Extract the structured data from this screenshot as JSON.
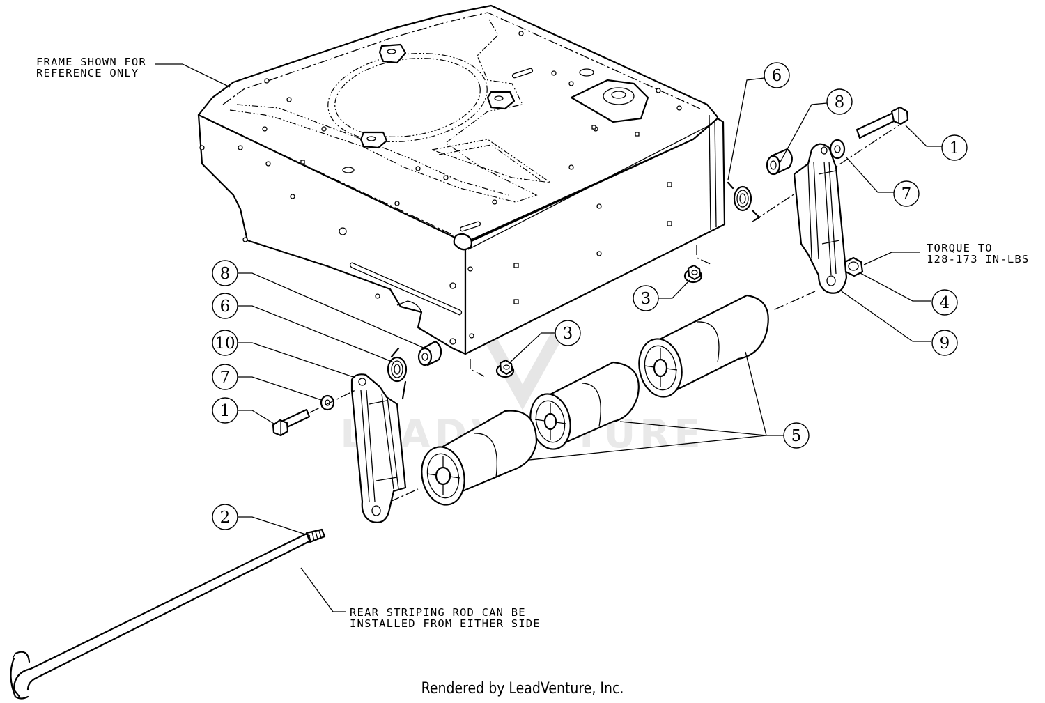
{
  "watermark": "LEADVENTURE",
  "footer": "Rendered by LeadVenture, Inc.",
  "notes": {
    "frame_line1": "FRAME SHOWN FOR",
    "frame_line2": "REFERENCE ONLY",
    "torque_line1": "TORQUE TO",
    "torque_line2": "128-173 IN-LBS",
    "rod_line1": "REAR STRIPING ROD CAN BE",
    "rod_line2": "INSTALLED FROM EITHER SIDE"
  },
  "callouts": [
    {
      "id": "c6r",
      "label": "6"
    },
    {
      "id": "c8r",
      "label": "8"
    },
    {
      "id": "c1r",
      "label": "1"
    },
    {
      "id": "c7r",
      "label": "7"
    },
    {
      "id": "c4",
      "label": "4"
    },
    {
      "id": "c9",
      "label": "9"
    },
    {
      "id": "c3a",
      "label": "3"
    },
    {
      "id": "c3b",
      "label": "3"
    },
    {
      "id": "c8l",
      "label": "8"
    },
    {
      "id": "c6l",
      "label": "6"
    },
    {
      "id": "c10",
      "label": "10"
    },
    {
      "id": "c7l",
      "label": "7"
    },
    {
      "id": "c1l",
      "label": "1"
    },
    {
      "id": "c5",
      "label": "5"
    },
    {
      "id": "c2",
      "label": "2"
    }
  ]
}
